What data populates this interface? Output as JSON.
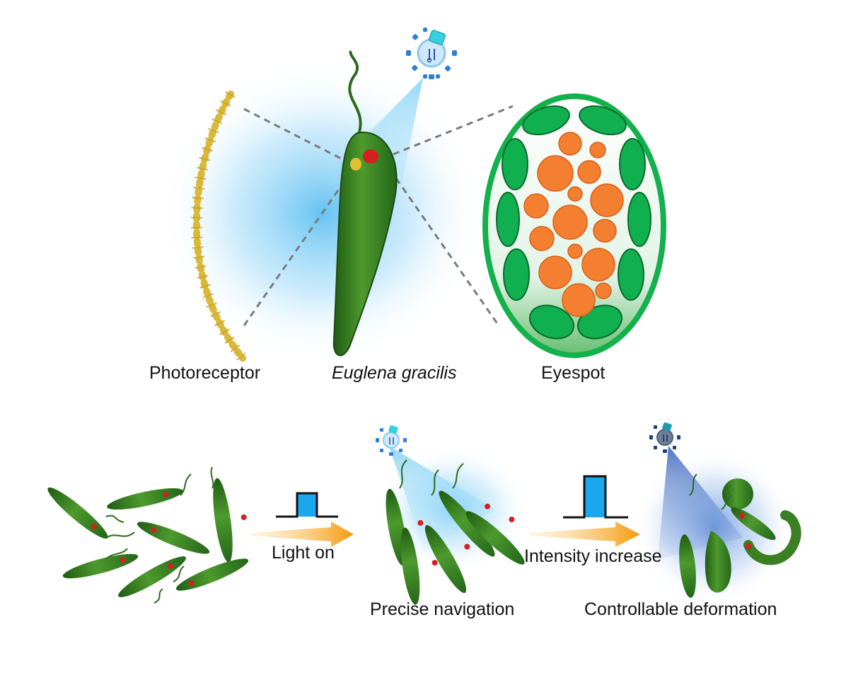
{
  "labels": {
    "photoreceptor": "Photoreceptor",
    "organism": "Euglena gracilis",
    "eyespot": "Eyespot",
    "light_on": "Light on",
    "intensity_increase": "Intensity increase",
    "precise_navigation": "Precise navigation",
    "controllable_deformation": "Controllable deformation"
  },
  "colors": {
    "cell_green": "#3f8a25",
    "cell_dark": "#1f5c14",
    "eyespot_red": "#d42020",
    "flagellar_yellow": "#d9b400",
    "light_blue": "#4ab8f0",
    "pulse_blue": "#1aa7ee",
    "arrow_orange": "#f59a0c",
    "eyespot_fill": "#0fb050",
    "granule_orange": "#f47f30",
    "photoreceptor_gold": "#c9a12a",
    "dashed_gray": "#7a7a7a"
  },
  "icons": [
    "light-source-icon",
    "pulse-signal-icon",
    "arrow-icon"
  ]
}
